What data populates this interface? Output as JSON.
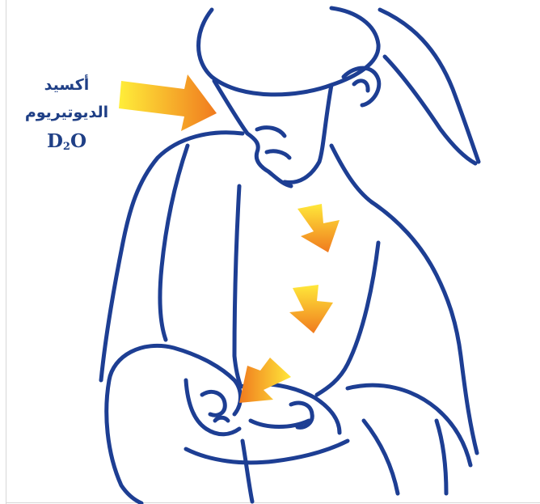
{
  "label": {
    "line1": "أكسيد",
    "line2": "الديوتيريوم",
    "formula_main": "D",
    "formula_sub": "2",
    "formula_tail": "O"
  },
  "colors": {
    "outline": "#1d3e93",
    "arrow_start": "#ffe83a",
    "arrow_end": "#f07a1e",
    "text": "#1f3f86"
  }
}
